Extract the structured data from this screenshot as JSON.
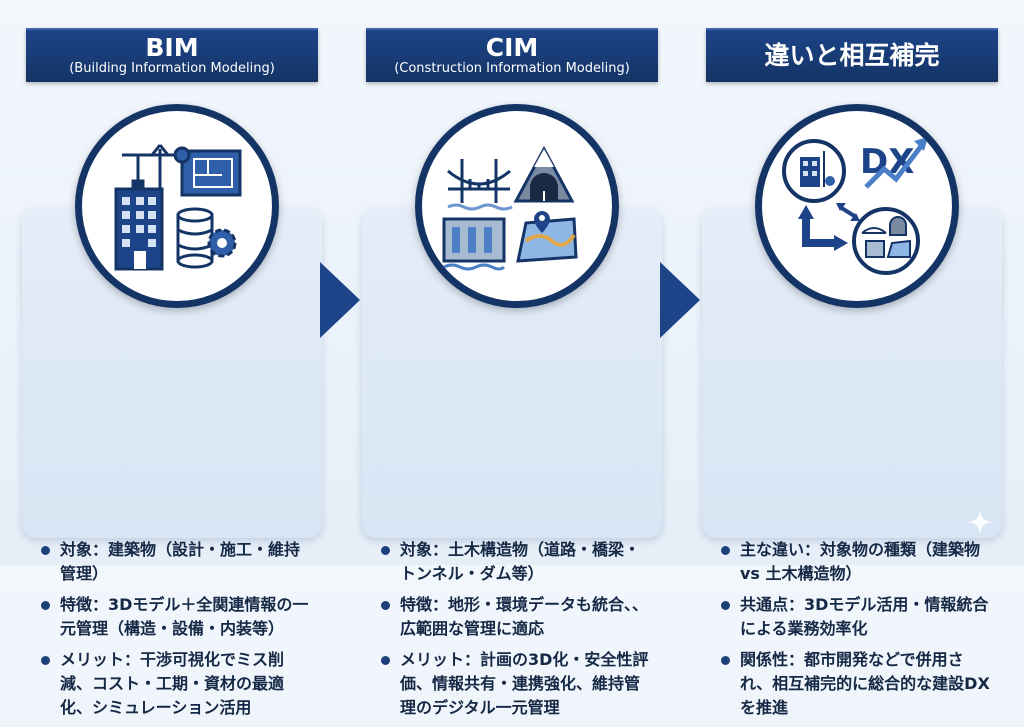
{
  "columns": [
    {
      "title": "BIM",
      "subtitle": "(Building Information Modeling)",
      "bullets": [
        "対象：建築物（設計・施工・維持管理）",
        "特徴：3Dモデル＋全関連情報の一元管理（構造・設備・内装等）",
        "メリット：干渉可視化でミス削減、コスト・工期・資材の最適化、シミュレーション活用"
      ]
    },
    {
      "title": "CIM",
      "subtitle": "(Construction Information Modeling)",
      "bullets": [
        "対象：土木構造物（道路・橋梁・トンネル・ダム等）",
        "特徴：地形・環境データも統合、、広範囲な管理に適応",
        "メリット：計画の3D化・安全性評価、情報共有・連携強化、維持管理のデジタル一元管理"
      ]
    },
    {
      "title": "違いと相互補完",
      "bullets": [
        "主な違い：対象物の種類（建築物 vs 土木構造物）",
        "共通点：3Dモデル活用・情報統合による業務効率化",
        "関係性：都市開発などで併用され、相互補完的に総合的な建設DXを推進"
      ]
    }
  ],
  "dx_label": "DX",
  "colors": {
    "navy": "#143465",
    "accent": "#1d4488",
    "card": "#dce8f5"
  },
  "icons": [
    "building-crane-icon",
    "blueprint-icon",
    "database-icon",
    "gear-icon",
    "bridge-icon",
    "tunnel-icon",
    "dam-icon",
    "map-pin-icon",
    "dx-trend-arrow-icon",
    "bidirectional-arrow-icon",
    "flow-arrow-icon"
  ]
}
